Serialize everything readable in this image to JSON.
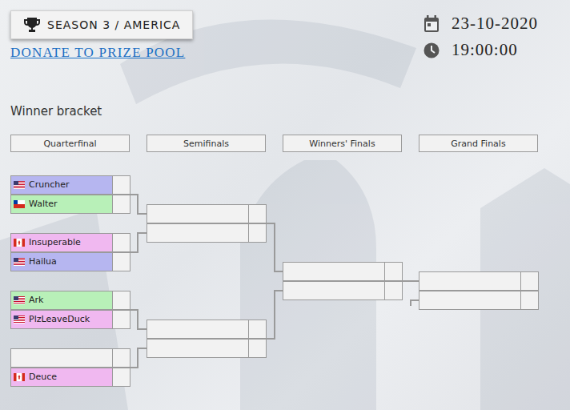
{
  "diagram": {
    "nodes": [
      {
        "text": [
          "SEASON 3 / AMERICA"
        ]
      },
      {
        "text": [
          "Quarterfinal"
        ]
      },
      {
        "text": [
          "Semifinals"
        ]
      },
      {
        "text": [
          "Winners' Finals"
        ]
      },
      {
        "text": [
          "Grand Finals"
        ]
      },
      {
        "text": [
          "Cruncher"
        ]
      },
      {
        "text": [
          "Walter"
        ]
      },
      {
        "text": [
          "Insuperable"
        ]
      },
      {
        "text": [
          "Hailua"
        ]
      },
      {
        "text": [
          "Ark"
        ]
      },
      {
        "text": [
          "PlzLeaveDuck"
        ]
      },
      {
        "text": [
          "Deuce"
        ]
      }
    ],
    "labels": [
      "DONATE TO PRIZE POOL",
      "23-10-2020",
      "19:00:00",
      "Winner bracket"
    ]
  }
}
